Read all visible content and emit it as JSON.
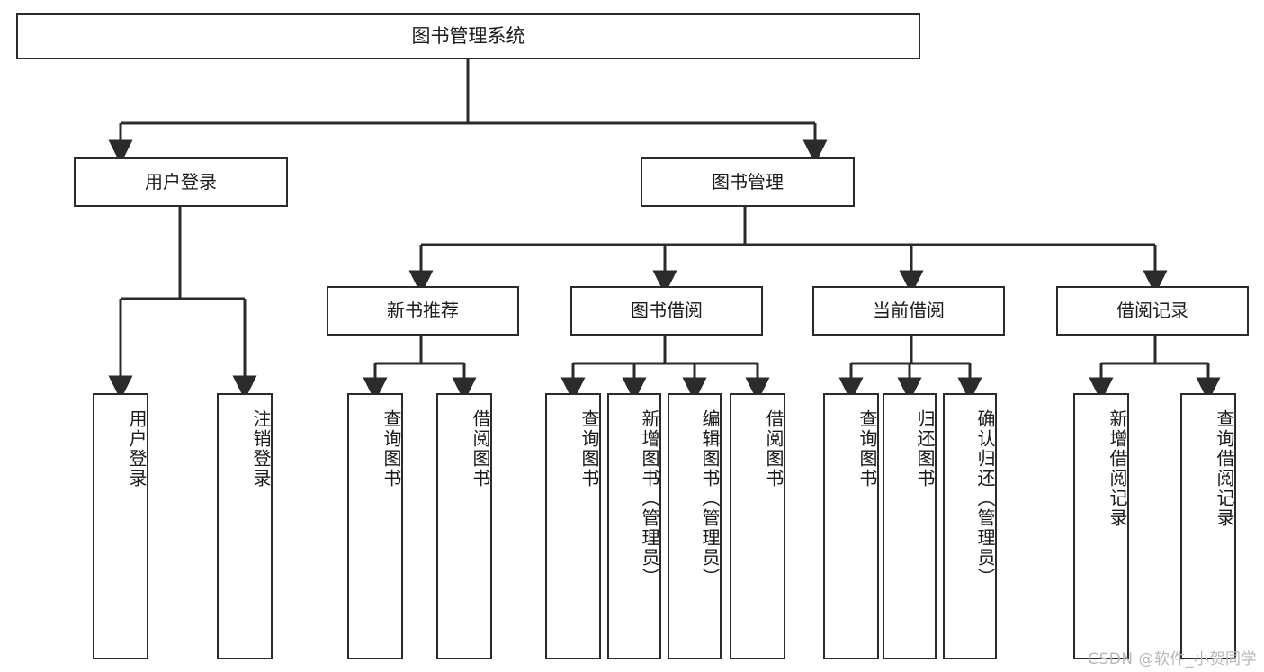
{
  "diagram": {
    "title": "图书管理系统",
    "type": "tree-hierarchy",
    "root": {
      "label": "图书管理系统"
    },
    "level2": [
      {
        "label": "用户登录"
      },
      {
        "label": "图书管理"
      }
    ],
    "level3": [
      {
        "label": "新书推荐"
      },
      {
        "label": "图书借阅"
      },
      {
        "label": "当前借阅"
      },
      {
        "label": "借阅记录"
      }
    ],
    "leaves": {
      "user_login": [
        {
          "label": "用户登录"
        },
        {
          "label": "注销登录"
        }
      ],
      "new_book_recommend": [
        {
          "label": "查询图书"
        },
        {
          "label": "借阅图书"
        }
      ],
      "book_borrow": [
        {
          "label": "查询图书"
        },
        {
          "label": "新增图书（管理员）"
        },
        {
          "label": "编辑图书（管理员）"
        },
        {
          "label": "借阅图书"
        }
      ],
      "current_borrow": [
        {
          "label": "查询图书"
        },
        {
          "label": "归还图书"
        },
        {
          "label": "确认归还（管理员）"
        }
      ],
      "borrow_record": [
        {
          "label": "新增借阅记录"
        },
        {
          "label": "查询借阅记录"
        }
      ]
    },
    "watermark": "CSDN @软件_小贺同学",
    "colors": {
      "stroke": "#2b2b2b",
      "fill": "#ffffff",
      "text": "#1a1a1a",
      "watermark": "#b9b9b9"
    }
  }
}
